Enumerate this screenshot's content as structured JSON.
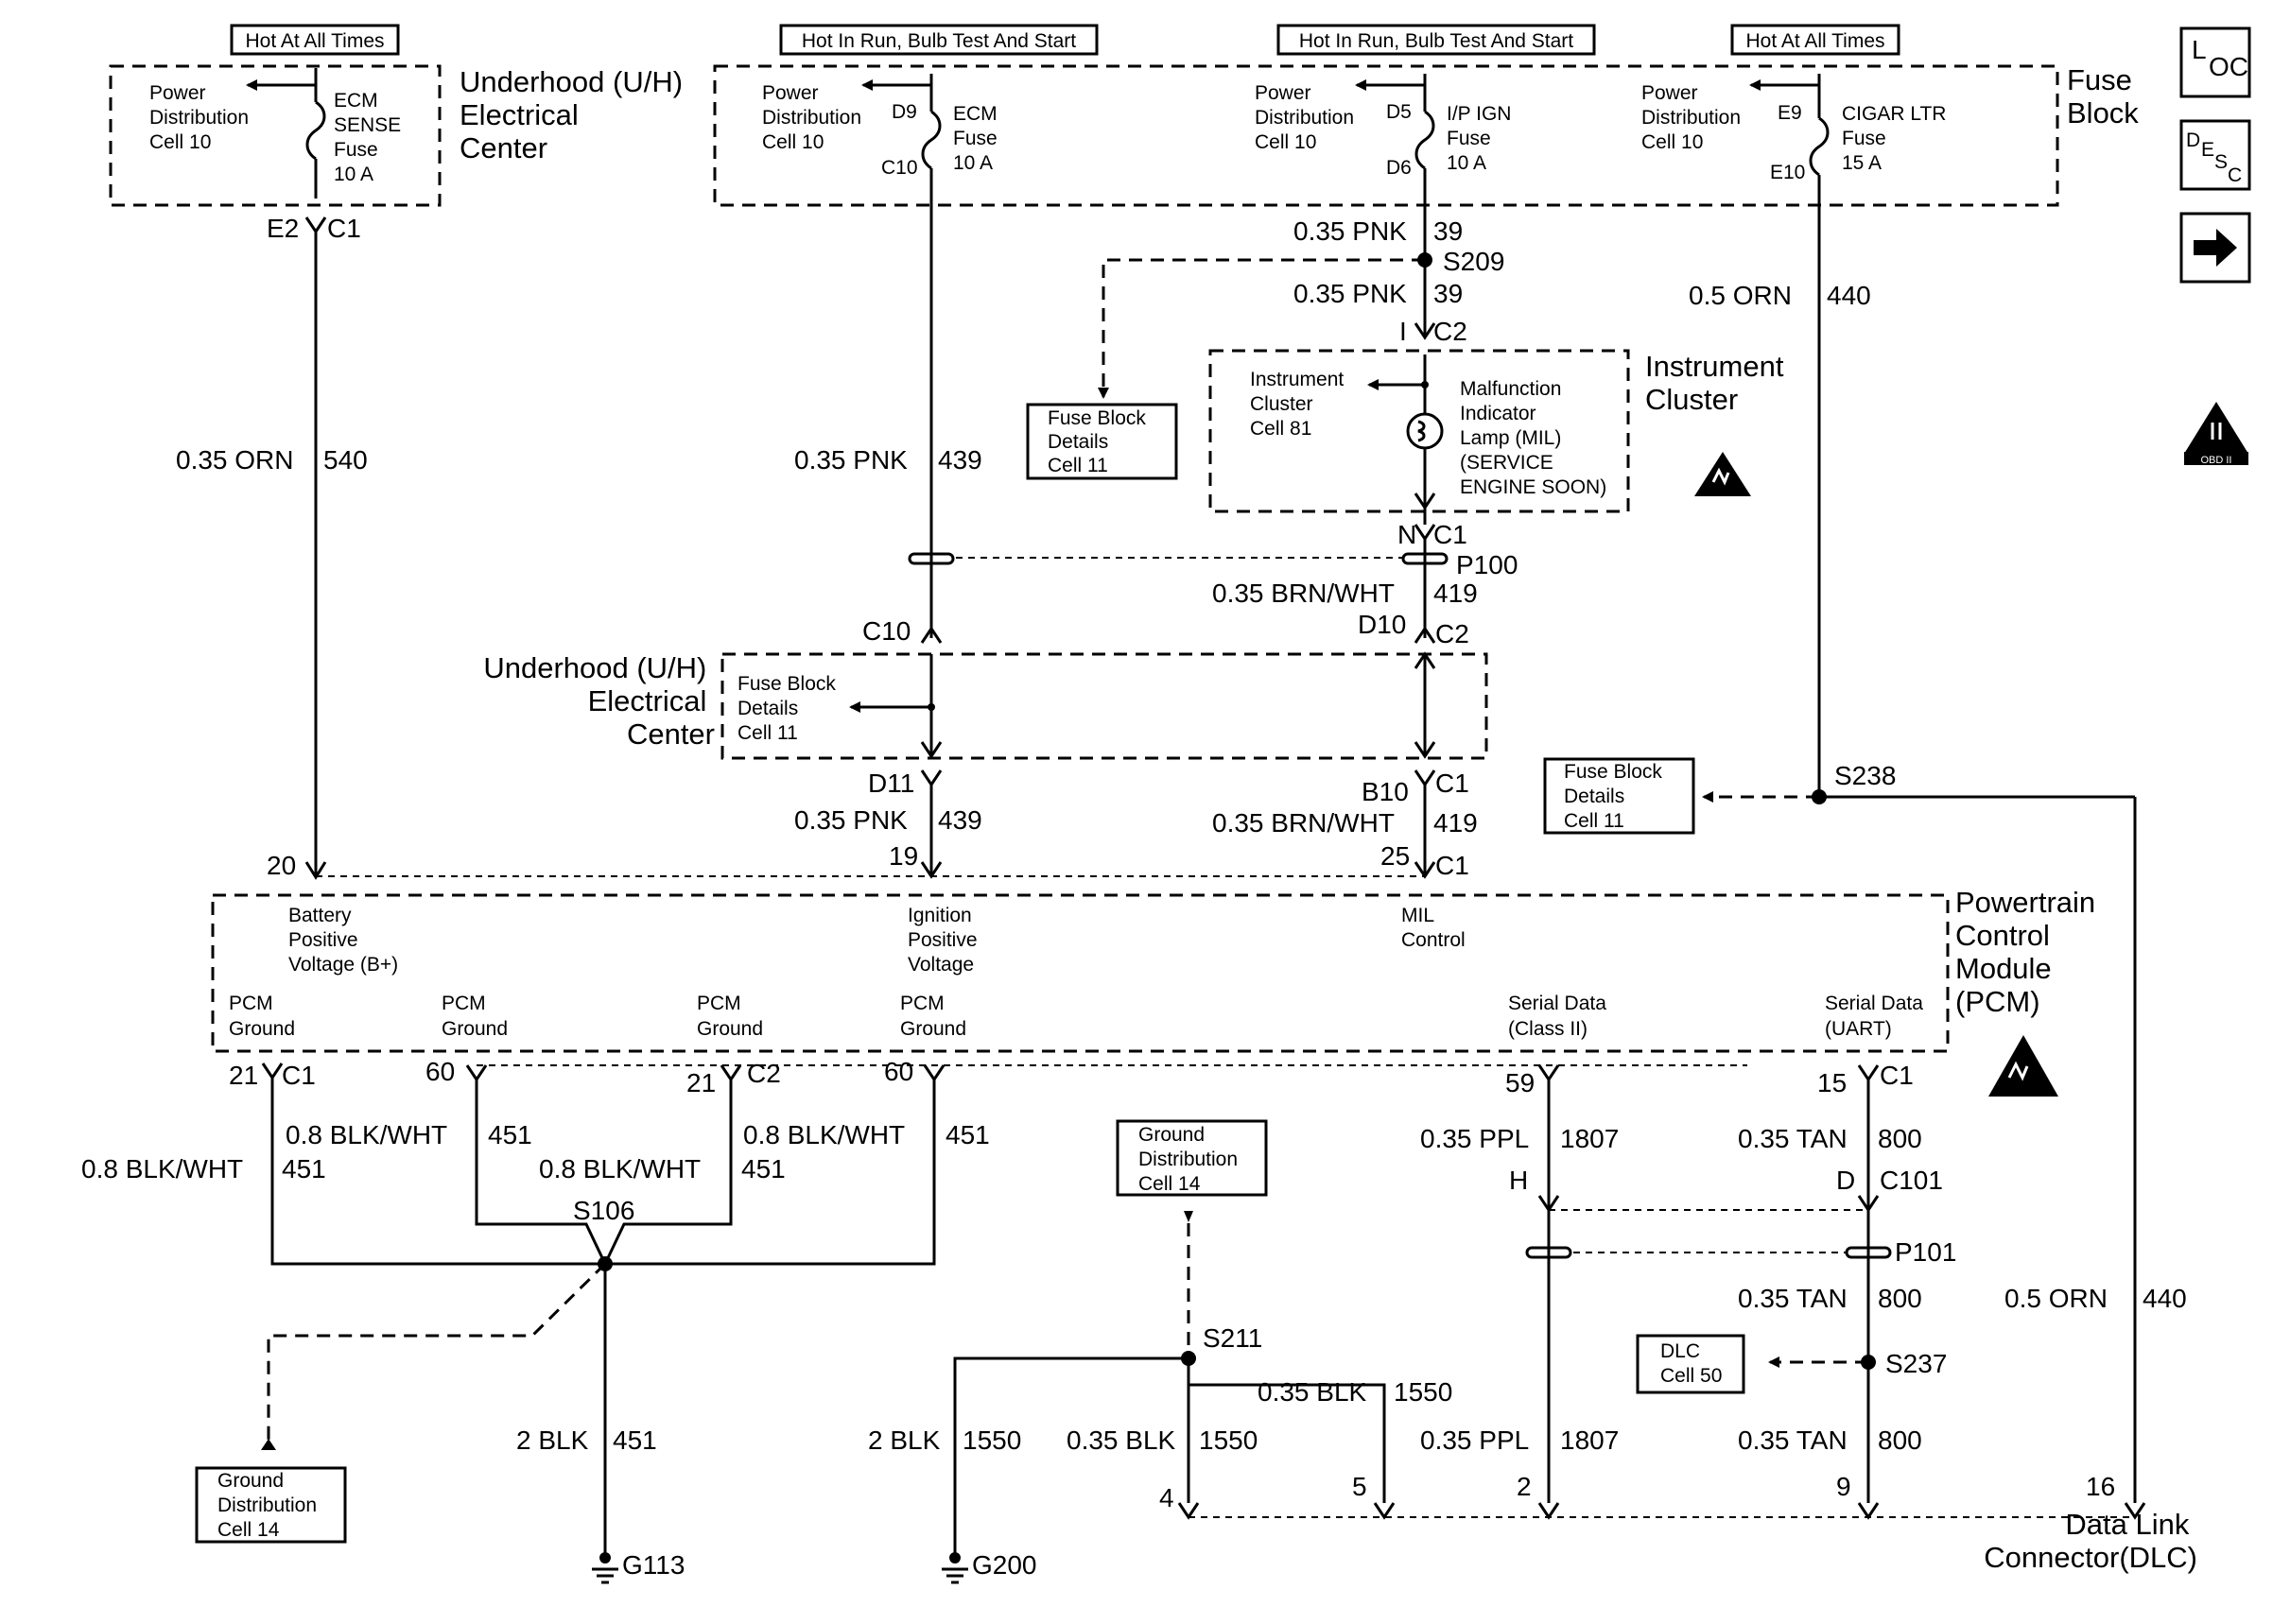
{
  "hot_labels": {
    "ecm_sense": "Hot At All Times",
    "ecm": "Hot In Run, Bulb Test And Start",
    "ip_ign": "Hot In Run, Bulb Test And Start",
    "cigar": "Hot At All Times"
  },
  "uh_top": {
    "power_dist": [
      "Power",
      "Distribution",
      "Cell 10"
    ],
    "fuse": [
      "ECM",
      "SENSE",
      "Fuse",
      "10 A"
    ],
    "title": [
      "Underhood (U/H)",
      "Electrical",
      "Center"
    ],
    "connector_left": "E2",
    "connector_right": "C1"
  },
  "fuse_block": {
    "title": [
      "Fuse",
      "Block"
    ],
    "pd1": [
      "Power",
      "Distribution",
      "Cell 10"
    ],
    "pd2": [
      "Power",
      "Distribution",
      "Cell 10"
    ],
    "pd3": [
      "Power",
      "Distribution",
      "Cell 10"
    ],
    "ecm_fuse": [
      "ECM",
      "Fuse",
      "10 A"
    ],
    "ecm_in": "D9",
    "ecm_out": "C10",
    "ip_fuse": [
      "I/P IGN",
      "Fuse",
      "10 A"
    ],
    "ip_in": "D5",
    "ip_out": "D6",
    "cigar_fuse": [
      "CIGAR LTR",
      "Fuse",
      "15 A"
    ],
    "cigar_in": "E9",
    "cigar_out": "E10"
  },
  "wires": {
    "w540": {
      "gauge": "0.35 ORN",
      "circuit": "540"
    },
    "w439_top": {
      "gauge": "0.35 PNK",
      "circuit": "439"
    },
    "w39_a": {
      "gauge": "0.35 PNK",
      "circuit": "39"
    },
    "w39_b": {
      "gauge": "0.35 PNK",
      "circuit": "39"
    },
    "w440_top": {
      "gauge": "0.5 ORN",
      "circuit": "440"
    },
    "w419_a": {
      "gauge": "0.35 BRN/WHT",
      "circuit": "419"
    },
    "w439_bot": {
      "gauge": "0.35 PNK",
      "circuit": "439"
    },
    "w419_b": {
      "gauge": "0.35 BRN/WHT",
      "circuit": "419"
    },
    "w451_a": {
      "gauge": "0.8 BLK/WHT",
      "circuit": "451"
    },
    "w451_b": {
      "gauge": "0.8 BLK/WHT",
      "circuit": "451"
    },
    "w451_c": {
      "gauge": "0.8 BLK/WHT",
      "circuit": "451"
    },
    "w451_d": {
      "gauge": "0.8 BLK/WHT",
      "circuit": "451"
    },
    "w451_g": {
      "gauge": "2 BLK",
      "circuit": "451"
    },
    "w1807_a": {
      "gauge": "0.35 PPL",
      "circuit": "1807"
    },
    "w800_a": {
      "gauge": "0.35 TAN",
      "circuit": "800"
    },
    "w800_b": {
      "gauge": "0.35 TAN",
      "circuit": "800"
    },
    "w440_bot": {
      "gauge": "0.5 ORN",
      "circuit": "440"
    },
    "w1550_g": {
      "gauge": "2 BLK",
      "circuit": "1550"
    },
    "w1550_a": {
      "gauge": "0.35 BLK",
      "circuit": "1550"
    },
    "w1550_b": {
      "gauge": "0.35 BLK",
      "circuit": "1550"
    },
    "w1807_b": {
      "gauge": "0.35 PPL",
      "circuit": "1807"
    },
    "w800_c": {
      "gauge": "0.35 TAN",
      "circuit": "800"
    }
  },
  "splices": {
    "s209": "S209",
    "s238": "S238",
    "s106": "S106",
    "s211": "S211",
    "s237": "S237"
  },
  "refs": {
    "fb1": [
      "Fuse Block",
      "Details",
      "Cell 11"
    ],
    "fb2": [
      "Fuse Block",
      "Details",
      "Cell 11"
    ],
    "fb3": [
      "Fuse Block",
      "Details",
      "Cell 11"
    ],
    "gd1": [
      "Ground",
      "Distribution",
      "Cell 14"
    ],
    "gd2": [
      "Ground",
      "Distribution",
      "Cell 14"
    ],
    "dlc": [
      "DLC",
      "Cell 50"
    ]
  },
  "cluster": {
    "title": [
      "Instrument",
      "Cluster"
    ],
    "cell": [
      "Instrument",
      "Cluster",
      "Cell 81"
    ],
    "mil": [
      "Malfunction",
      "Indicator",
      "Lamp (MIL)",
      "(SERVICE",
      "ENGINE SOON)"
    ],
    "top_pin": "I",
    "top_conn": "C2",
    "bot_pin": "N",
    "bot_conn": "C1"
  },
  "connectors": {
    "p100": "P100",
    "c10": "C10",
    "d10": "D10",
    "c2_mid": "C2",
    "d11": "D11",
    "b10": "B10",
    "c1_mid": "C1",
    "pin20": "20",
    "pin19": "19",
    "pin25": "25",
    "c1_pcm_top": "C1",
    "p101": "P101",
    "pin_h": "H",
    "pin_d": "D",
    "c101": "C101"
  },
  "uh_mid": {
    "title": [
      "Underhood (U/H)",
      "Electrical",
      "Center"
    ]
  },
  "pcm": {
    "title": [
      "Powertrain",
      "Control",
      "Module",
      "(PCM)"
    ],
    "batt": [
      "Battery",
      "Positive",
      "Voltage (B+)"
    ],
    "ign": [
      "Ignition",
      "Positive",
      "Voltage"
    ],
    "mil_ctrl": [
      "MIL",
      "Control"
    ],
    "gnd": [
      "PCM",
      "Ground"
    ],
    "serial2": [
      "Serial Data",
      "(Class II)"
    ],
    "serial_uart": [
      "Serial Data",
      "(UART)"
    ],
    "pin21a": "21",
    "c1a": "C1",
    "pin60a": "60",
    "pin21b": "21",
    "c2": "C2",
    "pin60b": "60",
    "pin59": "59",
    "pin15": "15",
    "c1b": "C1"
  },
  "grounds": {
    "g113": "G113",
    "g200": "G200"
  },
  "dlc": {
    "title": [
      "Data Link",
      "Connector(DLC)"
    ],
    "pin4": "4",
    "pin5": "5",
    "pin2": "2",
    "pin9": "9",
    "pin16": "16"
  },
  "icons": {
    "loc": "L",
    "loc_sub": "OC",
    "desc": "D",
    "desc_sub1": "E",
    "desc_sub2": "S",
    "desc_sub3": "C",
    "obd": "OBD II"
  }
}
